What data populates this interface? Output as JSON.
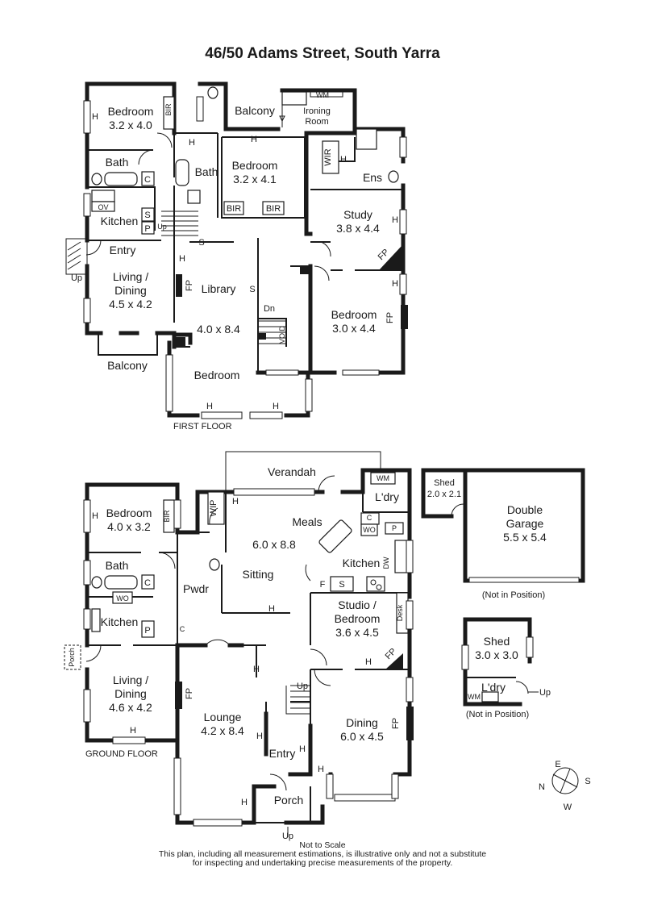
{
  "title": "46/50 Adams Street, South Yarra",
  "floors": {
    "first": {
      "label": "FIRST FLOOR",
      "rooms": {
        "bedroom1": {
          "name": "Bedroom",
          "dims": "3.2 x 4.0"
        },
        "bath1": {
          "name": "Bath"
        },
        "kitchen1": {
          "name": "Kitchen"
        },
        "entry1": {
          "name": "Entry"
        },
        "living1": {
          "name": "Living /",
          "name2": "Dining",
          "dims": "4.5 x 4.2"
        },
        "balcony1": {
          "name": "Balcony"
        },
        "balcony2": {
          "name": "Balcony"
        },
        "bath2": {
          "name": "Bath"
        },
        "bedroom2": {
          "name": "Bedroom",
          "dims": "3.2 x 4.1"
        },
        "ironing": {
          "name": "Ironing",
          "name2": "Room"
        },
        "ens": {
          "name": "Ens"
        },
        "study": {
          "name": "Study",
          "dims": "3.8 x 4.4"
        },
        "library": {
          "name": "Library",
          "dims": "4.0 x 8.4"
        },
        "bedroom3": {
          "name": "Bedroom"
        },
        "bedroom4": {
          "name": "Bedroom",
          "dims": "3.0 x 4.4"
        }
      },
      "marks": {
        "bir": "BIR",
        "c": "C",
        "s": "S",
        "p": "P",
        "ov": "OV",
        "h": "H",
        "up": "Up",
        "dn": "Dn",
        "fp": "FP",
        "wir": "WIR",
        "wm": "WM",
        "void": "VOID"
      }
    },
    "ground": {
      "label": "GROUND FLOOR",
      "rooms": {
        "bedroom1": {
          "name": "Bedroom",
          "dims": "4.0 x 3.2"
        },
        "bath1": {
          "name": "Bath"
        },
        "kitchen1": {
          "name": "Kitchen"
        },
        "porch1": {
          "name": "Porch"
        },
        "living1": {
          "name": "Living /",
          "name2": "Dining",
          "dims": "4.6 x 4.2"
        },
        "verandah": {
          "name": "Verandah"
        },
        "meals": {
          "name": "Meals",
          "dims": "6.0 x 8.8"
        },
        "sitting": {
          "name": "Sitting"
        },
        "ldry": {
          "name": "L'dry"
        },
        "kitchen2": {
          "name": "Kitchen"
        },
        "pwdr": {
          "name": "Pwdr"
        },
        "studio": {
          "name": "Studio /",
          "name2": "Bedroom",
          "dims": "3.6 x 4.5"
        },
        "lounge": {
          "name": "Lounge",
          "dims": "4.2 x 8.4"
        },
        "entry": {
          "name": "Entry"
        },
        "dining": {
          "name": "Dining",
          "dims": "6.0 x 4.5"
        },
        "porch2": {
          "name": "Porch"
        }
      },
      "marks": {
        "bir": "BIR",
        "c": "C",
        "wo": "WO",
        "p": "P",
        "h": "H",
        "wip": "WIP",
        "wm": "WM",
        "f": "F",
        "s": "S",
        "dw": "DW",
        "desk": "Desk",
        "fp": "FP",
        "up": "Up"
      }
    }
  },
  "outbuildings": {
    "shed_small": {
      "name": "Shed",
      "dims": "2.0 x 2.1"
    },
    "garage": {
      "name": "Double",
      "name2": "Garage",
      "dims": "5.5 x 5.4",
      "note": "(Not in Position)"
    },
    "shed_large": {
      "name": "Shed",
      "dims": "3.0 x 3.0",
      "ldry": "L'dry",
      "wm": "WM",
      "up": "Up",
      "note": "(Not in Position)"
    }
  },
  "compass": {
    "n": "N",
    "e": "E",
    "s": "S",
    "w": "W"
  },
  "disclaimer": {
    "scale": "Not to Scale",
    "line1": "This plan, including all measurement estimations, is illustrative only and not a substitute",
    "line2": "for inspecting and undertaking precise measurements of the property."
  }
}
